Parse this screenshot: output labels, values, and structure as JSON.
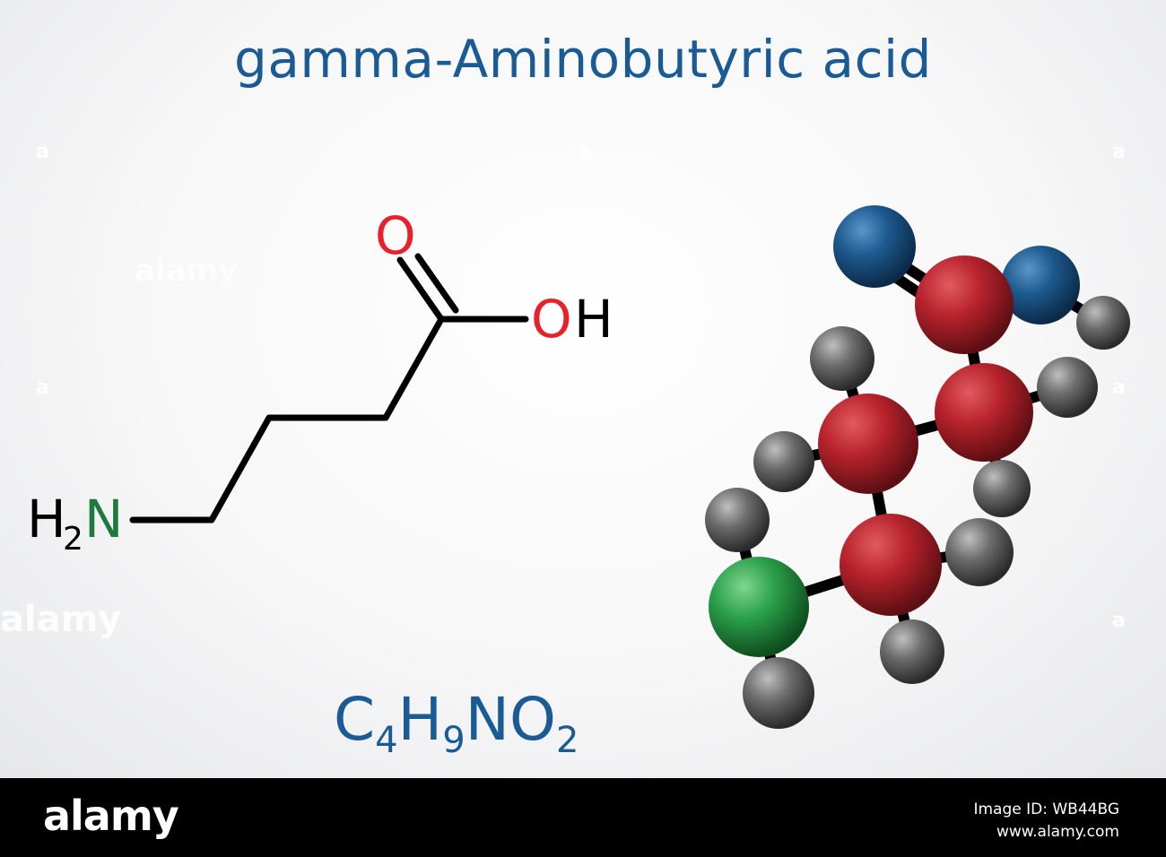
{
  "title": "gamma-Aminobutyric acid",
  "labels": {
    "oxygen_double": "O",
    "hydroxyl_o": "O",
    "hydroxyl_h": "H",
    "amine_h": "H",
    "amine_h_sub": "2",
    "amine_n": "N"
  },
  "formula": {
    "c": "C",
    "c_n": "4",
    "h": "H",
    "h_n": "9",
    "n": "N",
    "o": "O",
    "o_n": "2"
  },
  "colors": {
    "title": "#1a5b95",
    "oxygen_label": "#e8202a",
    "nitrogen_label": "#1e7a3c",
    "bond": "#000000",
    "carbon_atom": "#b8232c",
    "oxygen_atom": "#1d5a8f",
    "nitrogen_atom": "#2aa04a",
    "hydrogen_atom": "#6c6c6c",
    "footer": "#000000"
  },
  "watermarks": {
    "word": "alamy",
    "letter": "a"
  },
  "footer": {
    "brand": "alamy",
    "image_id": "Image ID: WB44BG",
    "site": "www.alamy.com"
  }
}
